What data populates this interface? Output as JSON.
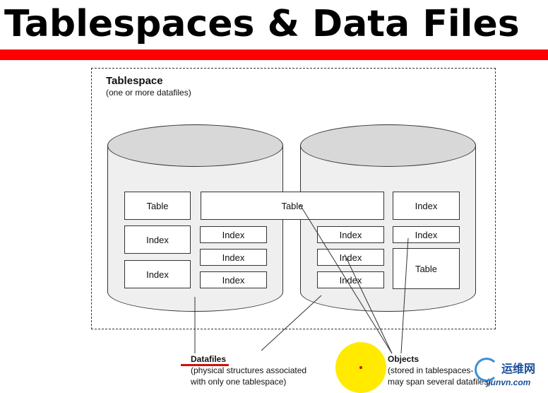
{
  "title": "Tablespaces & Data Files",
  "tablespace": {
    "heading": "Tablespace",
    "subheading": "(one or more datafiles)"
  },
  "left_cylinder": {
    "boxes": [
      "Table",
      "Index",
      "Index",
      "Index",
      "Index",
      "Index"
    ]
  },
  "spanning_table": "Table",
  "right_cylinder": {
    "boxes": [
      "Index",
      "Index",
      "Index",
      "Index",
      "Index",
      "Table"
    ]
  },
  "datafiles": {
    "title": "Datafiles",
    "line1": "(physical structures associated",
    "line2": "with only one tablespace)"
  },
  "objects": {
    "title": "Objects",
    "line1": "(stored in tablespaces-",
    "line2": "may span several datafiles)"
  },
  "watermark": {
    "text": "运维网",
    "domain": "yunvn.com"
  },
  "colors": {
    "title_bar": "#ff0000",
    "pointer": "#ffea00",
    "underline": "#d01010"
  }
}
